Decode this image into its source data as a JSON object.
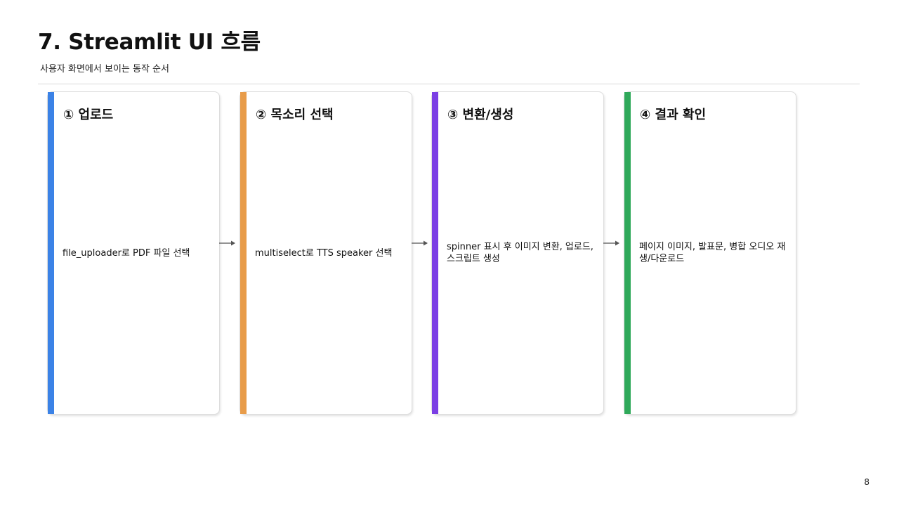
{
  "slide": {
    "title": "7. Streamlit UI 흐름",
    "subtitle": "사용자 화면에서 보이는 동작 순서",
    "page_number": "8"
  },
  "steps": [
    {
      "title": "① 업로드",
      "description": "file_uploader로 PDF 파일 선택",
      "color": "#3b82e6"
    },
    {
      "title": "② 목소리 선택",
      "description": "multiselect로 TTS speaker 선택",
      "color": "#e89c4a"
    },
    {
      "title": "③ 변환/생성",
      "description": "spinner 표시 후 이미지 변환, 업로드, 스크립트 생성",
      "color": "#7b3fe4"
    },
    {
      "title": "④ 결과 확인",
      "description": "페이지 이미지, 발표문, 병합 오디오 재생/다운로드",
      "color": "#2fa95a"
    }
  ],
  "connector_color": "#555555"
}
